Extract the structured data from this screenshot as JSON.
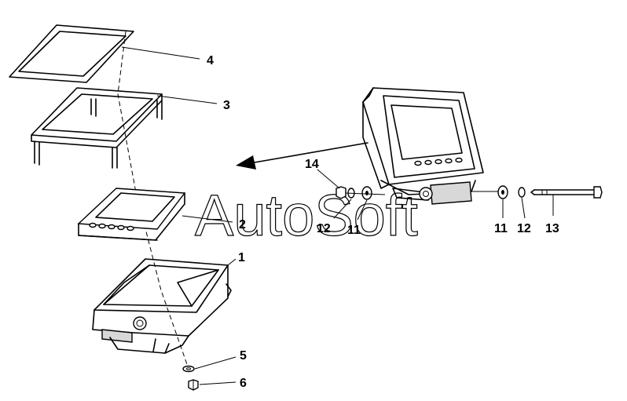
{
  "watermark": "AutoSoft",
  "callouts": {
    "c1": "1",
    "c2": "2",
    "c3": "3",
    "c4": "4",
    "c5": "5",
    "c6": "6",
    "c11a": "11",
    "c11b": "11",
    "c12a": "12",
    "c12b": "12",
    "c13": "13",
    "c14": "14"
  }
}
